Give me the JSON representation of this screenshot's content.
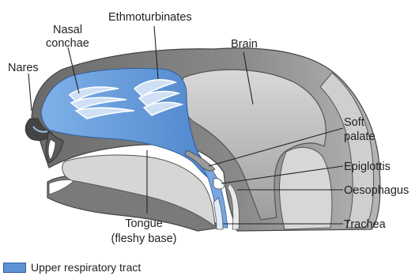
{
  "labels": {
    "nares": "Nares",
    "nasal_conchae_line1": "Nasal",
    "nasal_conchae_line2": "conchae",
    "ethmoturbinates": "Ethmoturbinates",
    "brain": "Brain",
    "soft_palate_line1": "Soft",
    "soft_palate_line2": "palate",
    "epiglottis": "Epiglottis",
    "oesophagus": "Oesophagus",
    "trachea": "Trachea",
    "tongue_line1": "Tongue",
    "tongue_line2": "(fleshy base)"
  },
  "legend": {
    "label": "Upper respiratory tract",
    "color": "#5e93d6"
  },
  "colors": {
    "respiratory": "#5e93d6",
    "tissue_dark": "#5b5b5b",
    "tissue_mid": "#8e8e8e",
    "tissue_light": "#c9c9c9",
    "brain": "#b9b9b9"
  }
}
